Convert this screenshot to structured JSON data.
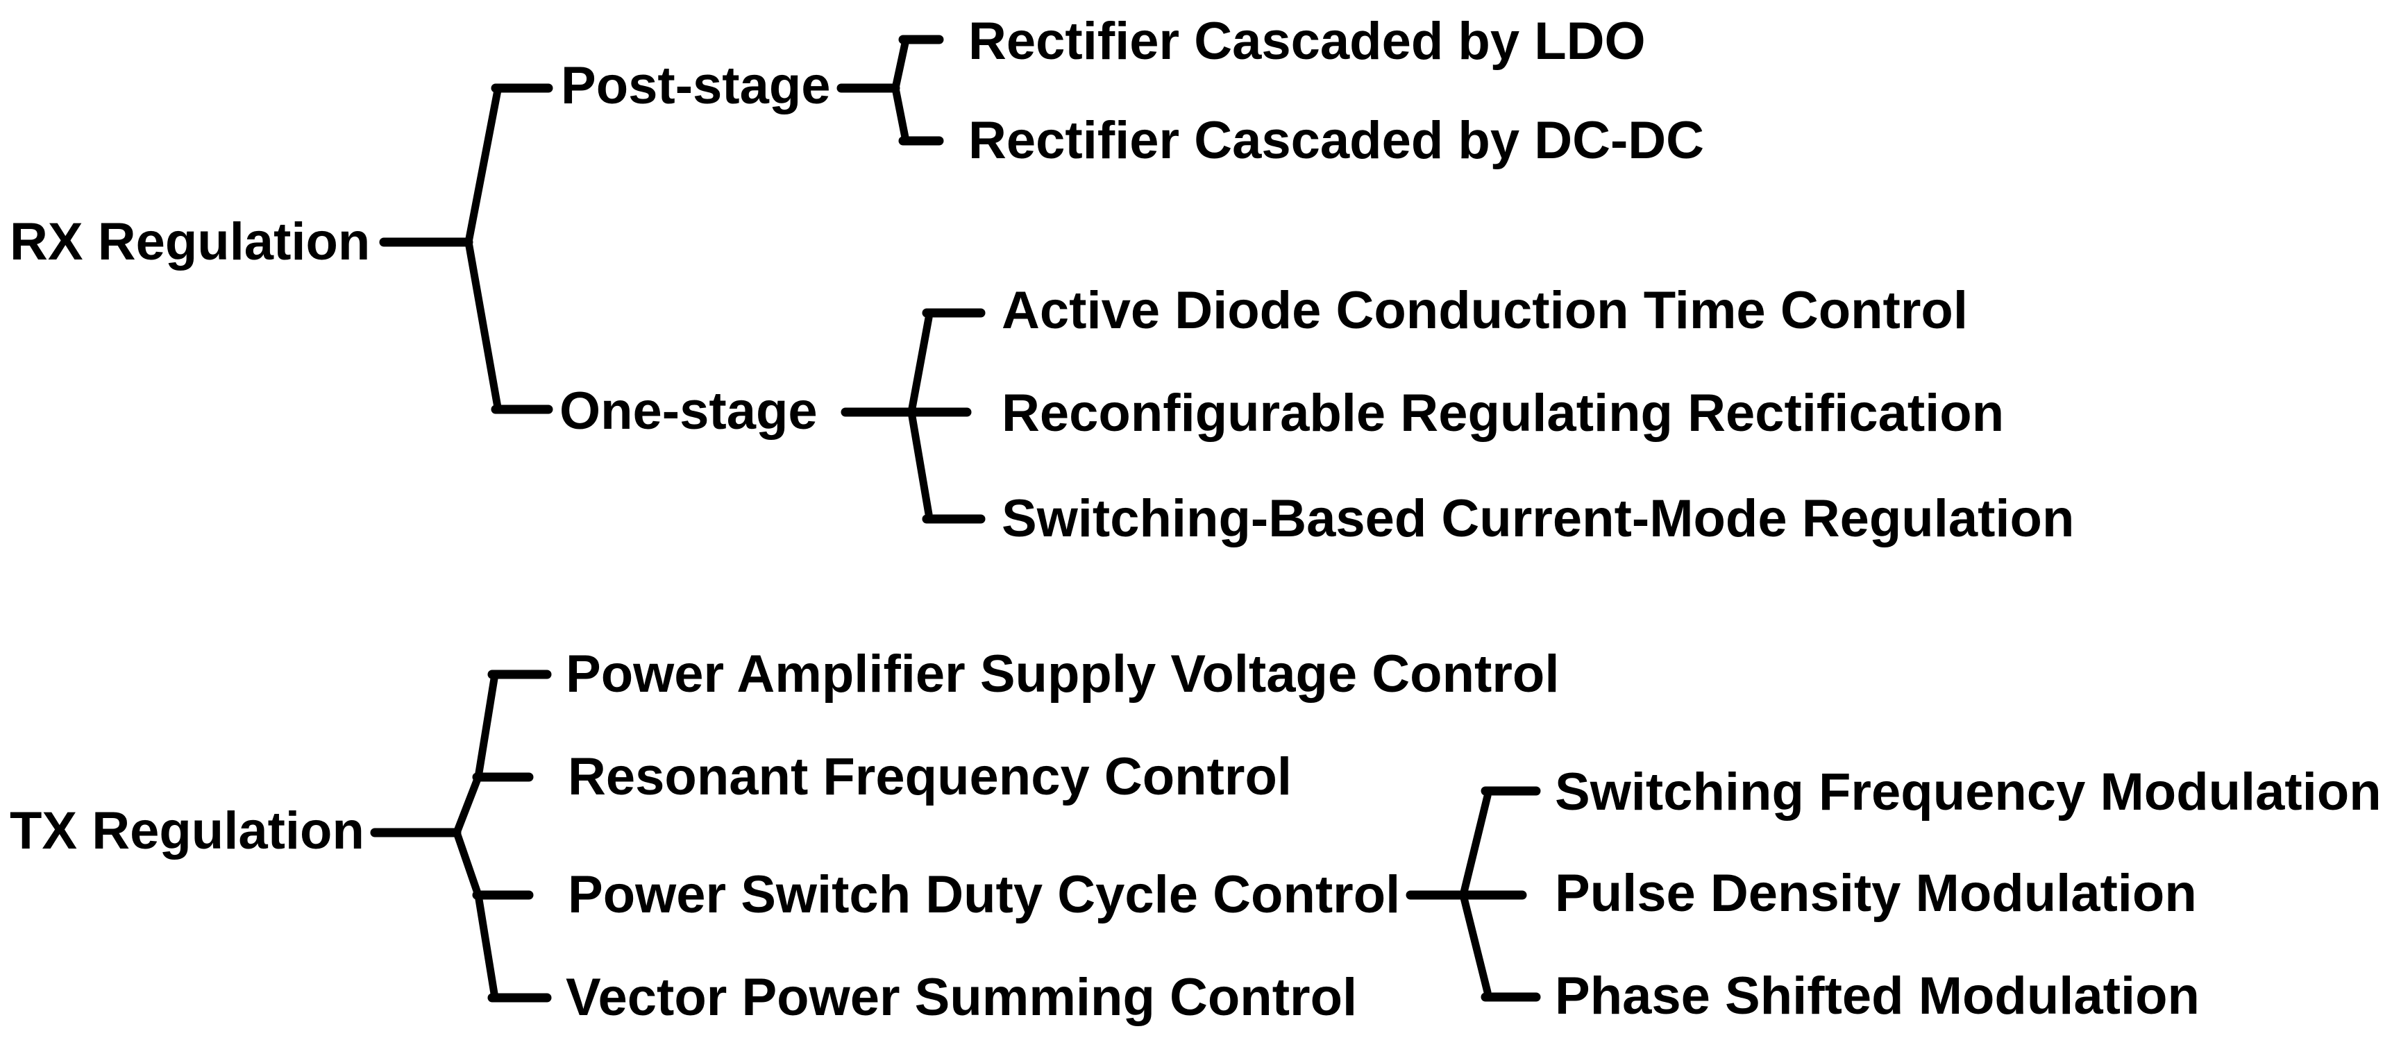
{
  "diagram": {
    "title_hint": "Wireless power transfer regulation methods taxonomy",
    "colors": {
      "background": "#ffffff",
      "text": "#000000",
      "line": "#000000"
    },
    "rx": {
      "root": "RX Regulation",
      "post_stage": {
        "label": "Post-stage",
        "children": [
          "Rectifier Cascaded by LDO",
          "Rectifier Cascaded by DC-DC"
        ]
      },
      "one_stage": {
        "label": "One-stage",
        "children": [
          "Active Diode Conduction Time Control",
          "Reconfigurable Regulating Rectification",
          "Switching-Based Current-Mode Regulation"
        ]
      }
    },
    "tx": {
      "root": "TX Regulation",
      "children": [
        "Power Amplifier Supply Voltage Control",
        "Resonant Frequency Control",
        "Power Switch Duty Cycle Control",
        "Vector Power Summing Control"
      ],
      "duty_cycle_children": [
        "Switching Frequency Modulation",
        "Pulse Density Modulation",
        "Phase Shifted Modulation"
      ]
    }
  }
}
